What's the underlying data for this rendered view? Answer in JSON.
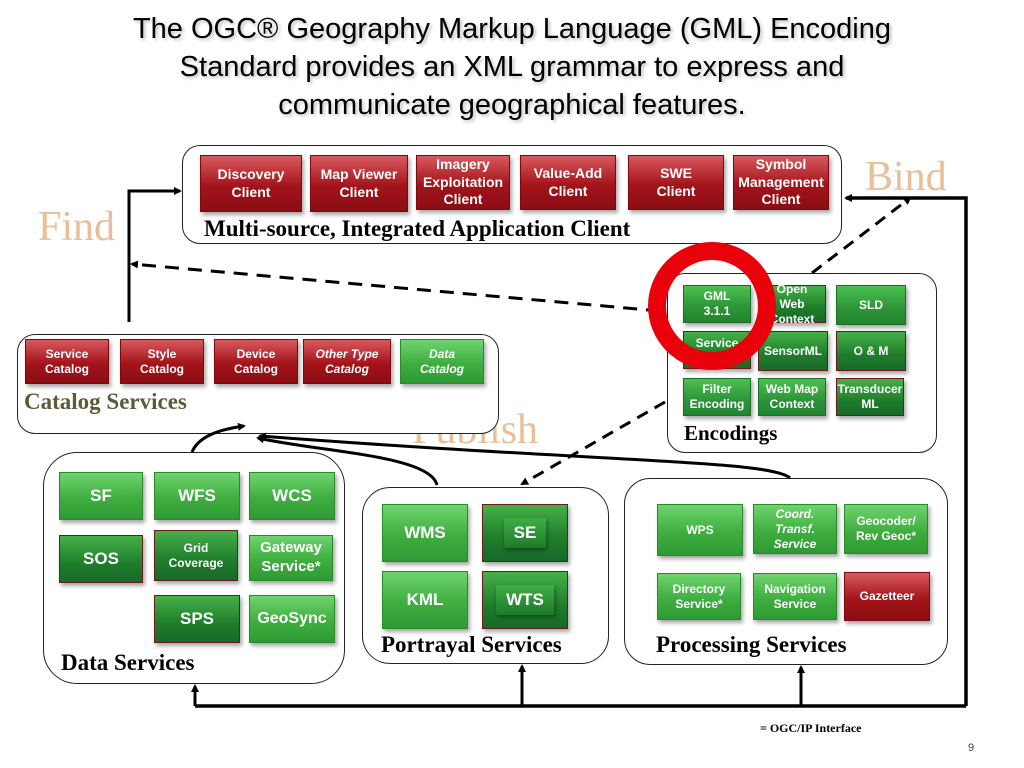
{
  "title": {
    "line1_prefix": "The OGC® Geography Markup Language (GML) Encoding",
    "line2": "Standard provides an XML grammar to express and",
    "line3": "communicate geographical features."
  },
  "verbs": {
    "find": "Find",
    "bind": "Bind",
    "publish": "Publish"
  },
  "app_client": {
    "label": "Multi-source, Integrated Application Client",
    "items": [
      "Discovery Client",
      "Map Viewer Client",
      "Imagery Exploitation Client",
      "Value-Add Client",
      "SWE Client",
      "Symbol Management Client"
    ]
  },
  "catalog": {
    "label": "Catalog Services",
    "items": [
      "Service Catalog",
      "Style Catalog",
      "Device Catalog",
      "Other Type Catalog",
      "Data Catalog"
    ]
  },
  "encodings": {
    "label": "Encodings",
    "items": [
      "GML 3.1.1",
      "Open Web Context",
      "SLD",
      "Service",
      "SensorML",
      "O & M",
      "Filter Encoding",
      "Web Map Context",
      "Transducer ML"
    ]
  },
  "data_services": {
    "label": "Data Services",
    "items": [
      "SF",
      "WFS",
      "WCS",
      "SOS",
      "Grid Coverage",
      "Gateway Service*",
      "SPS",
      "GeoSync"
    ]
  },
  "portrayal": {
    "label": "Portrayal Services",
    "items": [
      "WMS",
      "SE",
      "KML",
      "WTS"
    ]
  },
  "processing": {
    "label": "Processing Services",
    "items": [
      "WPS",
      "Coord. Transf. Service",
      "Geocoder/ Rev Geoc*",
      "Directory Service*",
      "Navigation Service",
      "Gazetteer"
    ]
  },
  "legend": "= OGC/IP Interface",
  "page_number": "9",
  "highlight_color": "#e8000b"
}
